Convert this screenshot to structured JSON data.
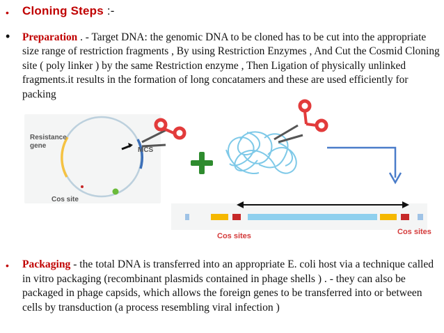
{
  "heading": {
    "title": "Cloning Steps",
    "suffix": " :-"
  },
  "bullet_char": "•",
  "preparation": {
    "label": "Preparation",
    "text": " . - Target DNA: the genomic DNA to be cloned has to be cut into the appropriate size range of restriction fragments , By using Restriction Enzymes , And Cut the Cosmid Cloning site ( poly linker ) by the same Restriction enzyme , Then Ligation of physically unlinked fragments.it results in the formation of long concatamers and these are used efficiently for packing"
  },
  "packaging": {
    "label": "Packaging",
    "text": " - the total DNA is transferred into an appropriate E. coli host via a technique called in vitro packaging (recombinant plasmids contained in phage shells ) . - they can also be packaged in phage capsids, which allows the foreign genes to be transferred into or between cells by transduction (a process resembling viral infection )"
  },
  "diagram": {
    "resistance_gene_label": "Resistance gene",
    "mcs_label": "MCS",
    "cos_site_label": "Cos site",
    "cos_sites_left_label": "Cos sites",
    "cos_sites_right_label": "Cos sites",
    "icons": [
      "scissors-icon",
      "plus-icon",
      "dna-coil-icon",
      "arrow-icon"
    ]
  },
  "colors": {
    "heading_red": "#c00000",
    "plus_green": "#2e8b2e",
    "scissor_red": "#e23b3b",
    "dna_blue": "#7ec9e8",
    "arrow_blue": "#4a7cc9",
    "yellow_segment": "#f5b800",
    "red_segment": "#c62828"
  }
}
